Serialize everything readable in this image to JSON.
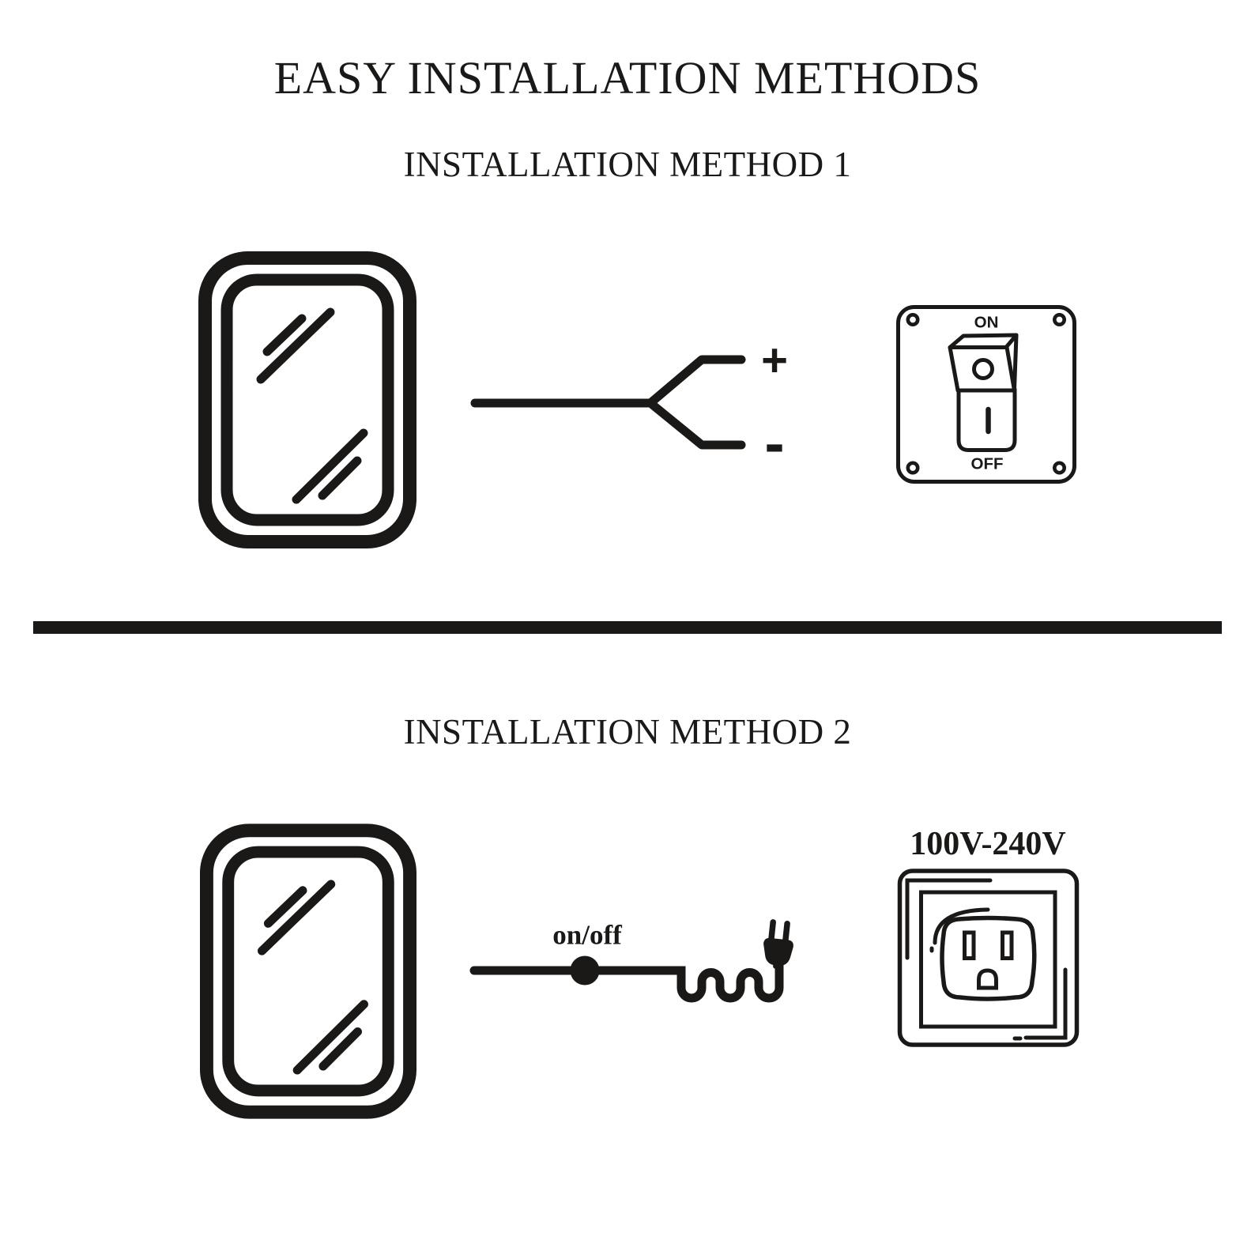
{
  "colors": {
    "ink": "#1b1917",
    "background": "#ffffff"
  },
  "page": {
    "title": "EASY INSTALLATION METHODS"
  },
  "method1": {
    "heading": "INSTALLATION METHOD 1",
    "mirror": {
      "icon": "led-mirror-icon"
    },
    "wiring": {
      "positive_label": "+",
      "negative_label": "-"
    },
    "switch_panel": {
      "icon": "rocker-switch-icon",
      "on_label": "ON",
      "off_label": "OFF",
      "rocker_on_symbol": "O",
      "rocker_off_symbol": "I"
    }
  },
  "method2": {
    "heading": "INSTALLATION METHOD 2",
    "mirror": {
      "icon": "led-mirror-icon"
    },
    "cord": {
      "switch_label": "on/off",
      "plug_icon": "two-prong-plug-icon"
    },
    "outlet": {
      "icon": "wall-socket-icon",
      "voltage_label": "100V-240V"
    }
  }
}
